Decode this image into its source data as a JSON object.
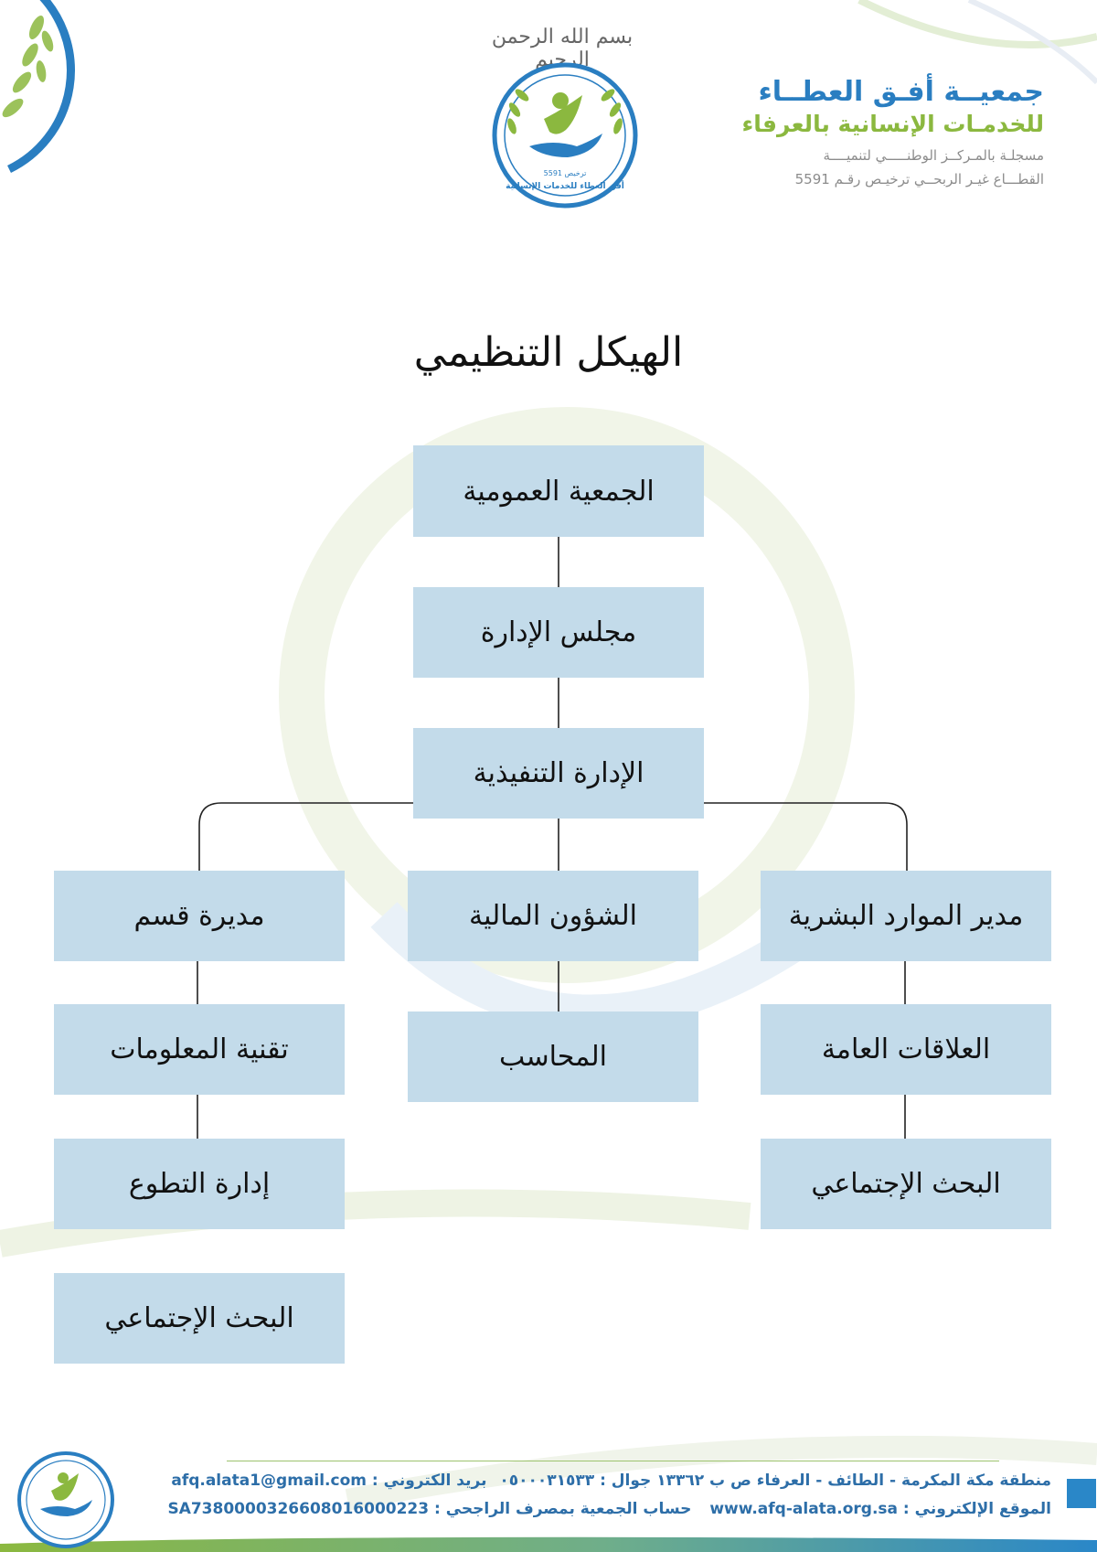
{
  "header": {
    "basmala": "بسم الله الرحمن الرحيم",
    "org_line1": "جمعيــة أفـق العطــاء",
    "org_line2": "للخدمـات الإنسانية بالعرفاء",
    "reg_line1": "مسجلـة بالمـركــز الوطنـــــي لتنميــــة",
    "reg_line2": "القطـــاع غيـر الربحــي ترخيـص رقـم 5591",
    "logo_license": "ترخيص 5591",
    "logo_text": "أفق العطاء للخدمات الإنسانية"
  },
  "title": "الهيكل التنظيمي",
  "chart": {
    "general_assembly": "الجمعية العمومية",
    "board": "مجلس الإدارة",
    "executive": "الإدارة التنفيذية",
    "hr_manager": "مدير الموارد البشرية",
    "finance": "الشؤون المالية",
    "section_manager": "مديرة قسم",
    "public_relations": "العلاقات العامة",
    "social_research_right": "البحث الإجتماعي",
    "accountant": "المحاسب",
    "it": "تقنية المعلومات",
    "volunteering": "إدارة التطوع",
    "social_research_left": "البحث الإجتماعي"
  },
  "footer": {
    "address": "منطقة مكة المكرمة - الطائف - العرفاء ص ب ١٣٣٦٢ جوال : ٠٥٠٠٠٣١٥٣٣",
    "email_label": "بريد الكتروني :",
    "email": "afq.alata1@gmail.com",
    "website_label": "الموقع الإلكتروني :",
    "website": "www.afq-alata.org.sa",
    "bank_label": "حساب الجمعية بمصرف الراجحي :",
    "iban": "SA7380000326608016000223"
  },
  "colors": {
    "node_fill": "#c3dbea",
    "brand_blue": "#2a7ec1",
    "brand_green": "#8bb83f"
  }
}
